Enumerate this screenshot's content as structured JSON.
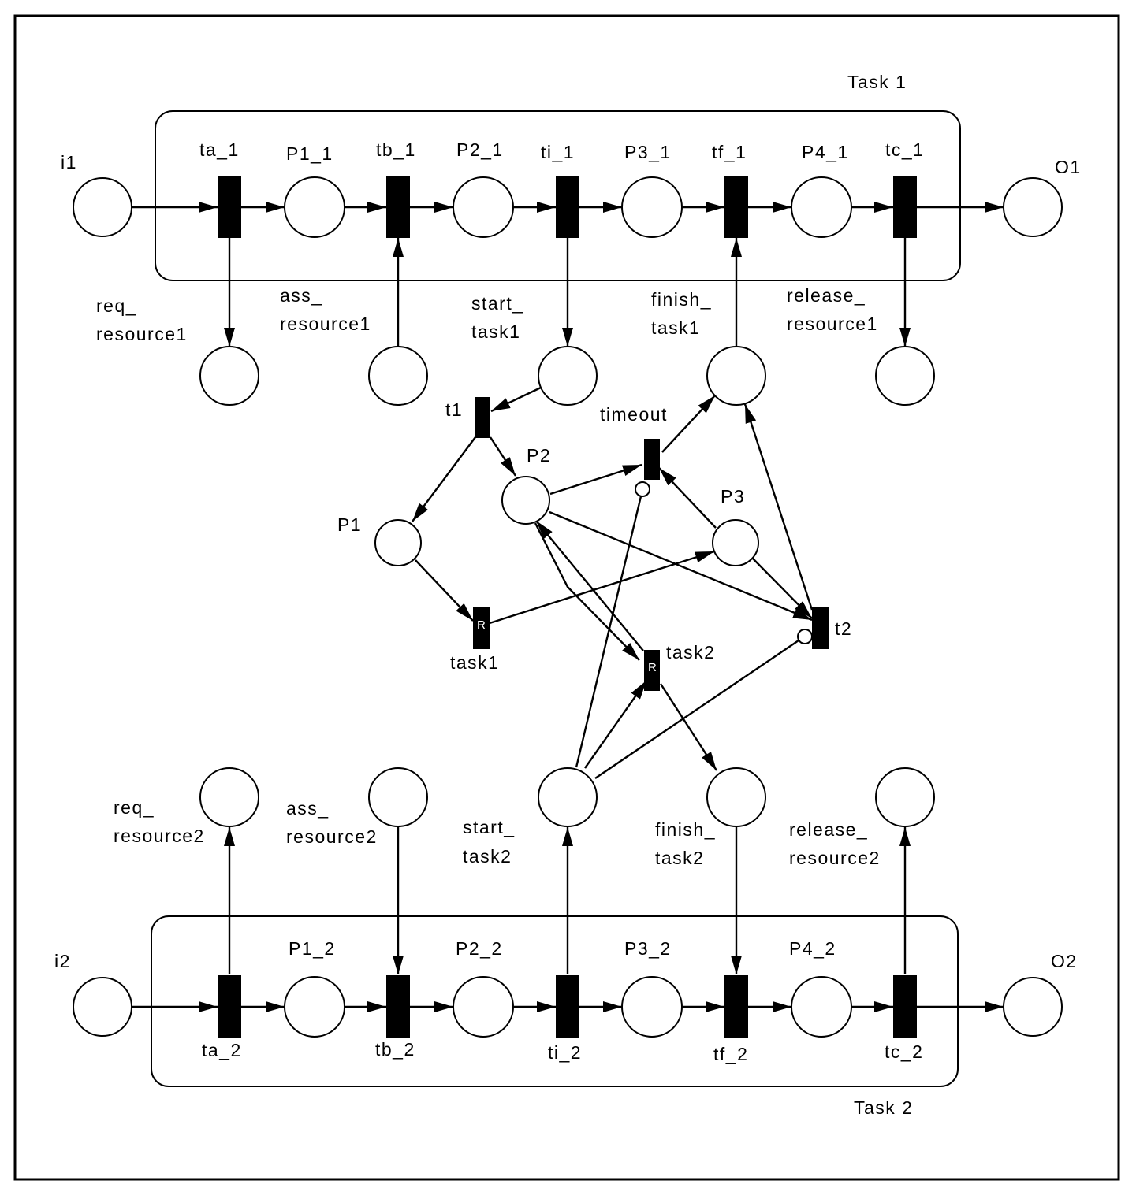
{
  "task1": {
    "label": "Task 1"
  },
  "task2": {
    "label": "Task 2"
  },
  "top_row": {
    "i": "i1",
    "ta": "ta_1",
    "p1": "P1_1",
    "tb": "tb_1",
    "p2": "P2_1",
    "ti": "ti_1",
    "p3": "P3_1",
    "tf": "tf_1",
    "p4": "P4_1",
    "tc": "tc_1",
    "o": "O1"
  },
  "bottom_row": {
    "i": "i2",
    "ta": "ta_2",
    "p1": "P1_2",
    "tb": "tb_2",
    "p2": "P2_2",
    "ti": "ti_2",
    "p3": "P3_2",
    "tf": "tf_2",
    "p4": "P4_2",
    "tc": "tc_2",
    "o": "O2"
  },
  "interface_top": {
    "req": [
      "req_",
      "resource1"
    ],
    "ass": [
      "ass_",
      "resource1"
    ],
    "start": [
      "start_",
      "task1"
    ],
    "finish": [
      "finish_",
      "task1"
    ],
    "release": [
      "release_",
      "resource1"
    ]
  },
  "interface_bottom": {
    "req": [
      "req_",
      "resource2"
    ],
    "ass": [
      "ass_",
      "resource2"
    ],
    "start": [
      "start_",
      "task2"
    ],
    "finish": [
      "finish_",
      "task2"
    ],
    "release": [
      "release_",
      "resource2"
    ]
  },
  "middle": {
    "t1": "t1",
    "t2": "t2",
    "timeout": "timeout",
    "p1": "P1",
    "p2": "P2",
    "p3": "P3",
    "task1": "task1",
    "task2": "task2",
    "r_mark": "R"
  }
}
